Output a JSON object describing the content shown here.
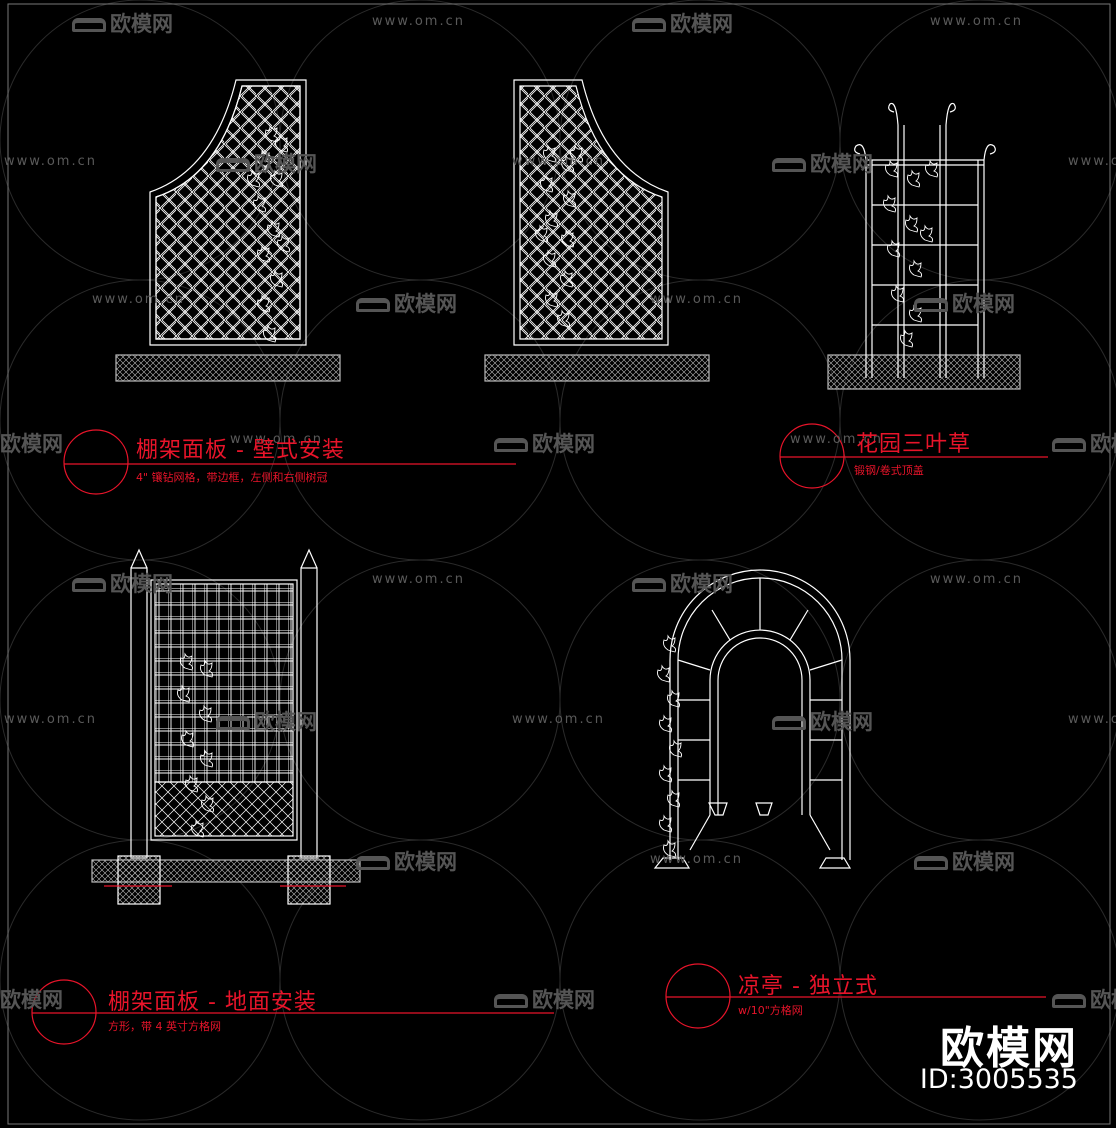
{
  "watermark": {
    "url": "www.om.cn",
    "brand": "欧模网"
  },
  "panels": [
    {
      "title": "棚架面板 - 壁式安装",
      "subtitle": "4\" 镶钻网格，带边框，左侧和右侧树冠"
    },
    {
      "title": "花园三叶草",
      "subtitle": "锻钢/卷式顶盖"
    },
    {
      "title": "棚架面板 - 地面安装",
      "subtitle": "方形，带 4 英寸方格网"
    },
    {
      "title": "凉亭 - 独立式",
      "subtitle": "w/10\"方格网"
    }
  ],
  "logo": {
    "brand": "欧模网",
    "id": "ID:3005535"
  },
  "colors": {
    "background": "#000000",
    "line": "#ffffff",
    "annotation": "#e8142a",
    "watermark": "#5a5a5a"
  }
}
